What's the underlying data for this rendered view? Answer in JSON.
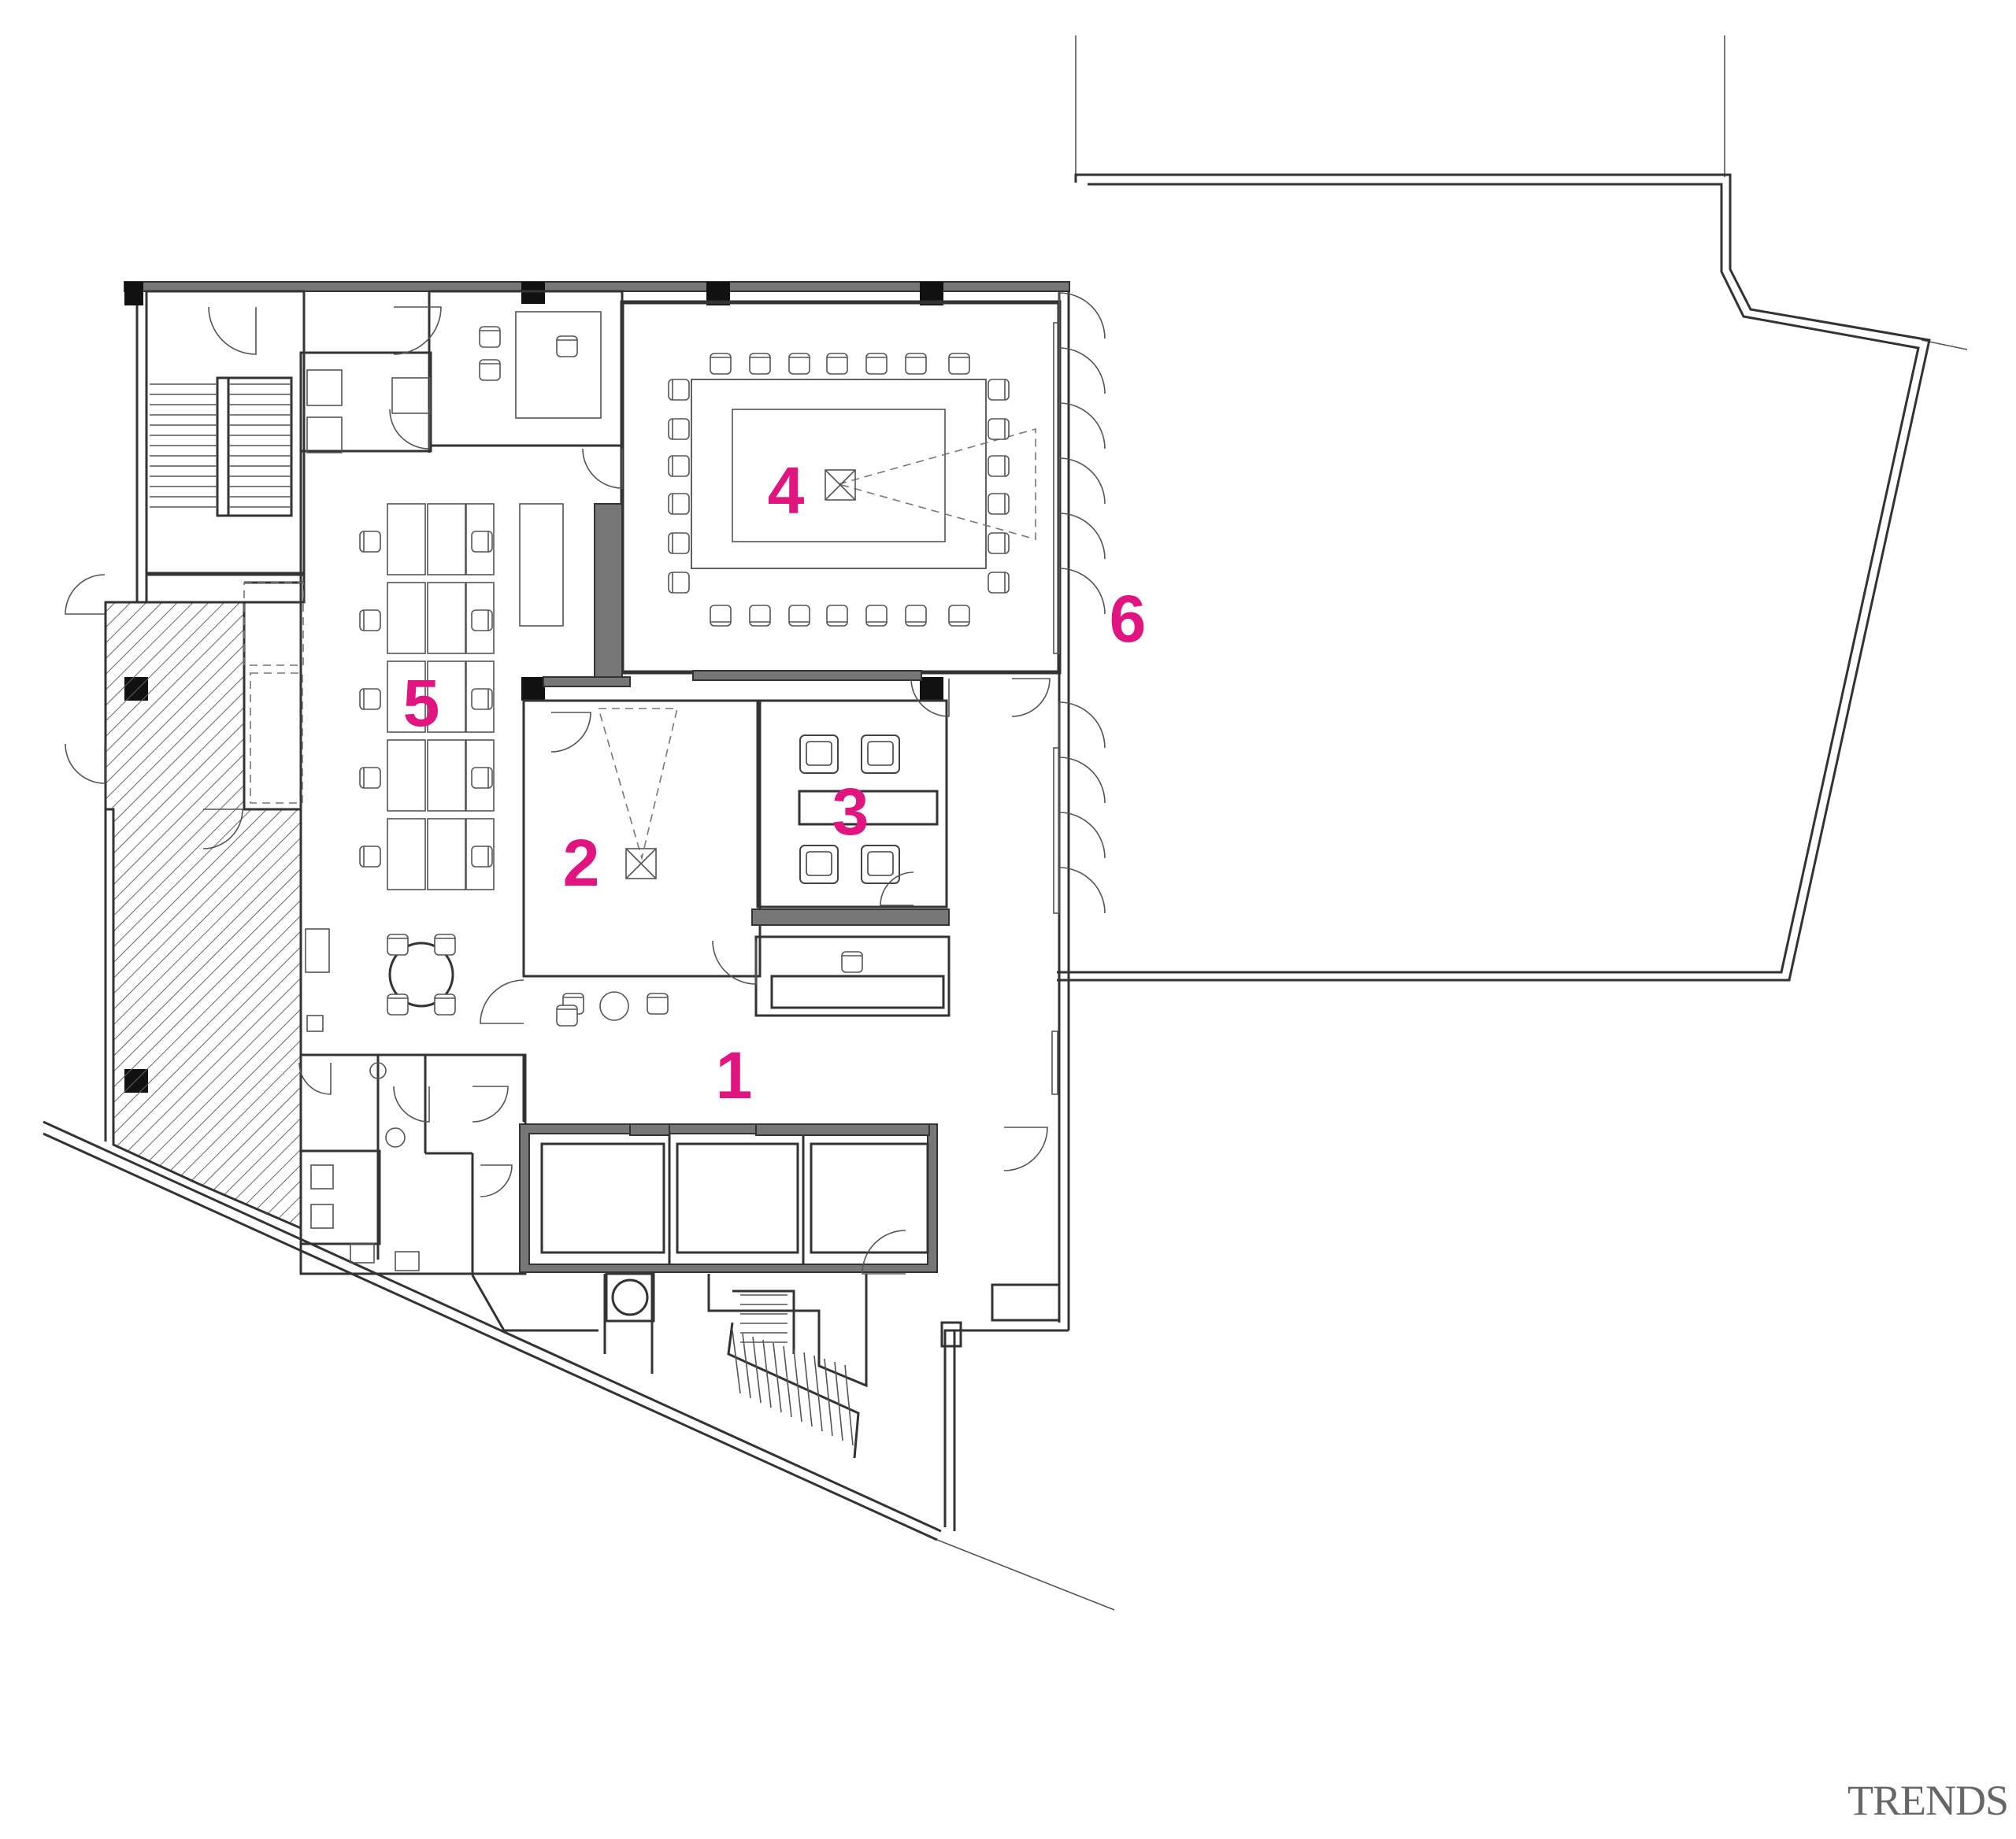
{
  "plan": {
    "room_labels": [
      "1",
      "2",
      "3",
      "4",
      "5",
      "6"
    ],
    "label_color": "#e0157f",
    "line_color": "#333333"
  },
  "watermark": {
    "text": "TRENDS"
  }
}
